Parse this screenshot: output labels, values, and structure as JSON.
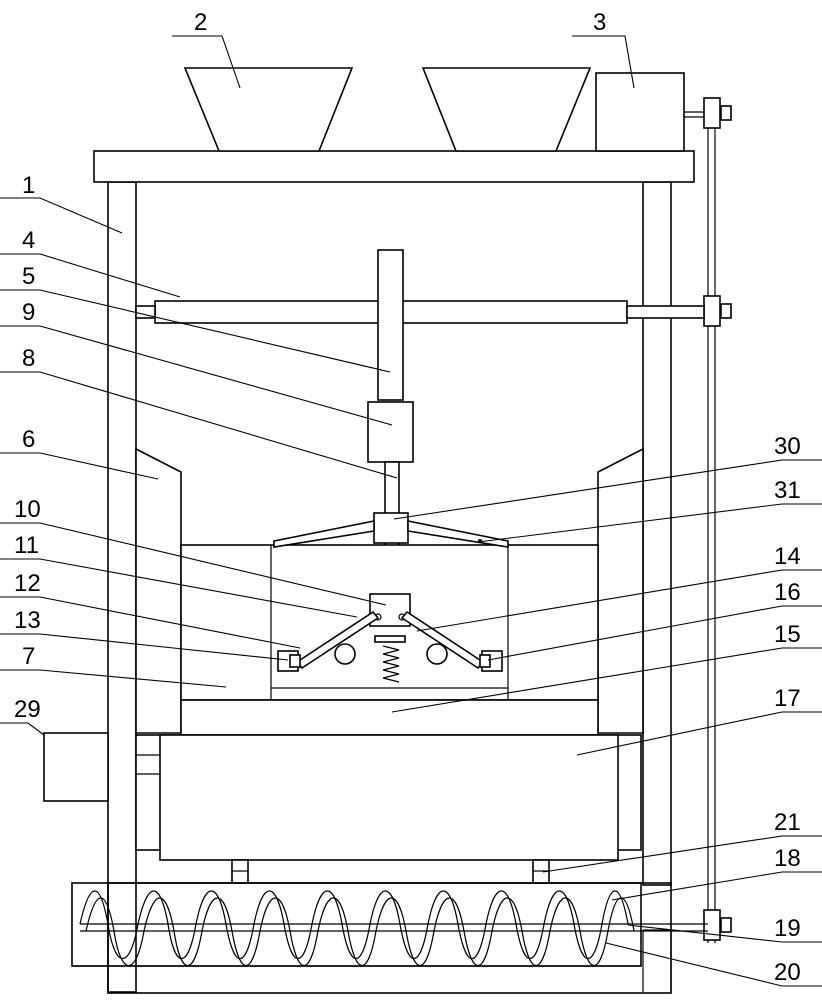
{
  "labels": {
    "l1": "1",
    "l2": "2",
    "l3": "3",
    "l4": "4",
    "l5": "5",
    "l6": "6",
    "l7": "7",
    "l8": "8",
    "l9": "9",
    "l10": "10",
    "l11": "11",
    "l12": "12",
    "l13": "13",
    "l14": "14",
    "l15": "15",
    "l16": "16",
    "l17": "17",
    "l18": "18",
    "l19": "19",
    "l20": "20",
    "l21": "21",
    "l29": "29",
    "l30": "30",
    "l31": "31"
  }
}
